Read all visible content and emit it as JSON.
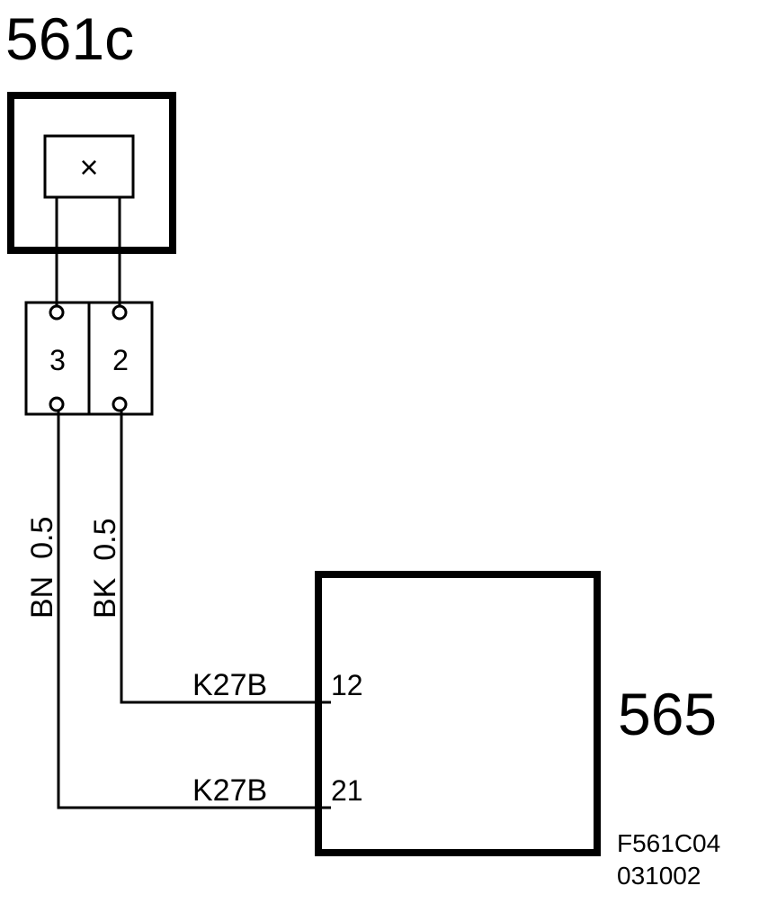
{
  "component_561c": {
    "label": "561c",
    "symbol": "×"
  },
  "connector": {
    "pins": [
      "3",
      "2"
    ]
  },
  "wires": [
    {
      "color_size": "BN  0.5",
      "signal": "K27B",
      "from_pin": "3",
      "to_pin": "21"
    },
    {
      "color_size": "BK  0.5",
      "signal": "K27B",
      "from_pin": "2",
      "to_pin": "12"
    }
  ],
  "component_565": {
    "label": "565",
    "pins": [
      "12",
      "21"
    ]
  },
  "reference": {
    "code": "F561C04",
    "date": "031002"
  }
}
